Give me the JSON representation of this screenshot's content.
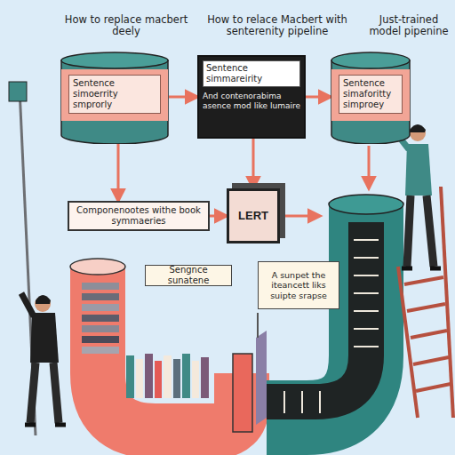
{
  "diagram": {
    "nodes": [
      {
        "text": [
          "Sentence simoerrity smprorly"
        ]
      },
      {
        "text": [
          "Sentence simmareirity",
          "And contenorabima asence mod like lumaire"
        ]
      },
      {
        "text": [
          "Sentence simaforitty simproey"
        ]
      },
      {
        "text": [
          "Componenootes withe book symmaeries"
        ]
      },
      {
        "text": [
          "LERT"
        ]
      },
      {
        "text": [
          "Sengnce sunatene"
        ]
      },
      {
        "text": [
          "A sunpet the iteancett liks suipte srapse"
        ]
      }
    ],
    "edges": [
      {
        "from": 0,
        "to": 1,
        "arrow": "to"
      },
      {
        "from": 1,
        "to": 2,
        "arrow": "to"
      },
      {
        "from": 0,
        "to": 3,
        "arrow": "to"
      },
      {
        "from": 1,
        "to": 4,
        "arrow": "to"
      },
      {
        "from": 3,
        "to": 4,
        "arrow": "to"
      }
    ],
    "labels": [
      "How to replace macbert deely",
      "How to relace Macbert with senterenity pipeline",
      "Just-trained model pipenine"
    ]
  }
}
